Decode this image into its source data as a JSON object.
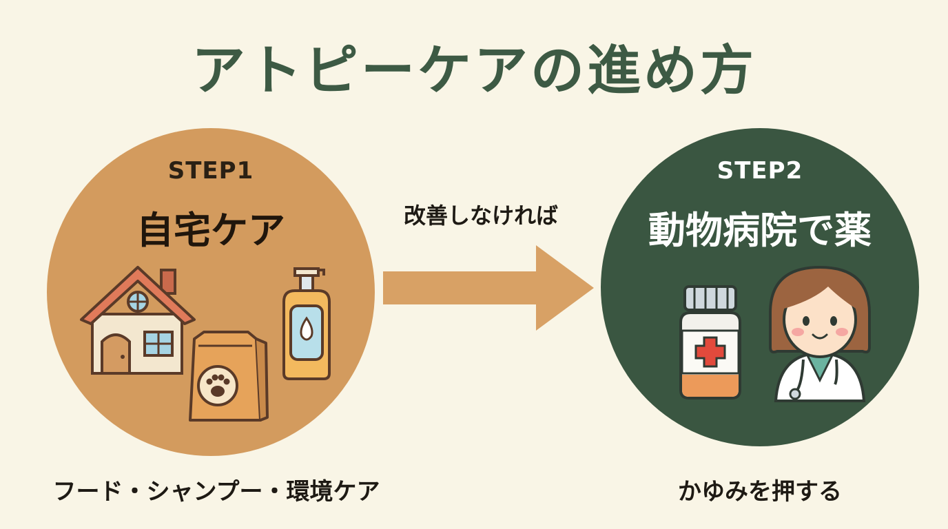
{
  "title": "アトピーケアの進め方",
  "step1": {
    "label": "STEP1",
    "title": "自宅ケア",
    "caption": "フード・シャンプー・環境ケア",
    "icons": [
      "house-icon",
      "pet-food-bag-icon",
      "shampoo-bottle-icon"
    ]
  },
  "arrow": {
    "label": "改善しなければ"
  },
  "step2": {
    "label": "STEP2",
    "title": "動物病院で薬",
    "caption": "かゆみを押する",
    "icons": [
      "medicine-bottle-icon",
      "veterinarian-icon"
    ]
  },
  "colors": {
    "background": "#f9f5e6",
    "title": "#3d5a44",
    "step1_circle": "#d39b5e",
    "step2_circle": "#3a5641",
    "arrow": "#d8a165"
  }
}
